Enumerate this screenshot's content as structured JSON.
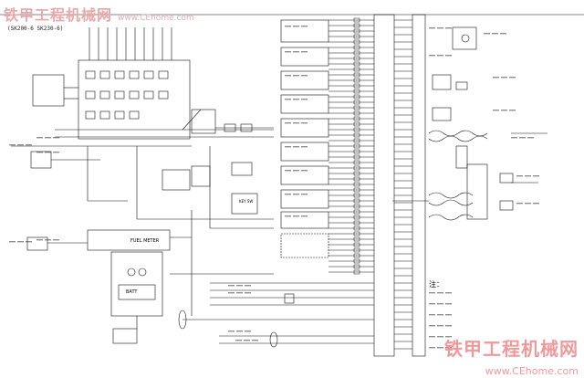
{
  "watermark": {
    "site_name": "铁甲工程机械网",
    "url_top": "www.CEhome.com",
    "url_bottom": "www.CEhome.com"
  },
  "header": {
    "model_label": "(SK200-6 SK230-6)"
  },
  "component_labels": {
    "fuel_meter": "FUEL METER",
    "batt": "BATT",
    "key_switch": "KEY SW"
  },
  "notes": {
    "title": "注："
  }
}
